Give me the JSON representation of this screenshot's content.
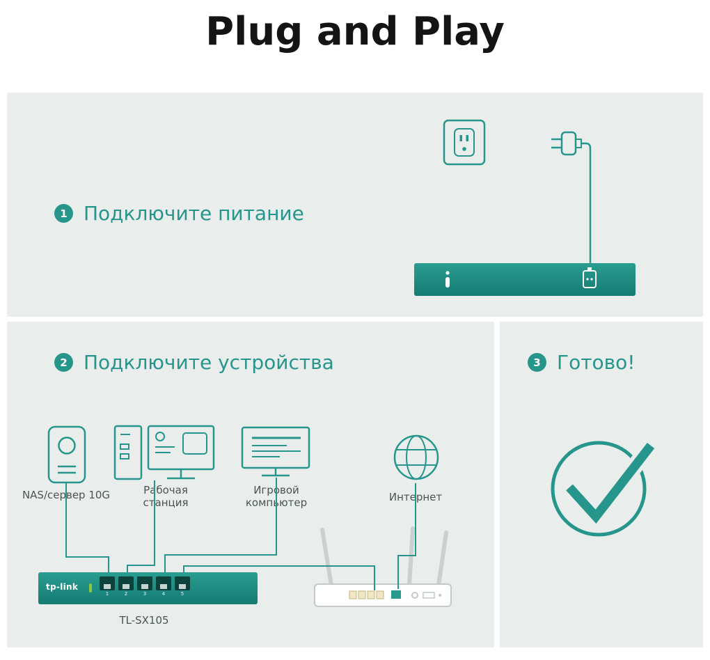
{
  "title": "Plug and Play",
  "colors": {
    "accent": "#26968c",
    "panel_background": "#e9edec",
    "switch_gradient_top": "#2a9c90",
    "switch_gradient_bottom": "#157c73",
    "led_green": "#8ec63e",
    "label_text": "#4a5553",
    "title_text": "#141414"
  },
  "steps": {
    "step1": {
      "number": "1",
      "label": "Подключите питание"
    },
    "step2": {
      "number": "2",
      "label": "Подключите устройства"
    },
    "step3": {
      "number": "3",
      "label": "Готово!"
    }
  },
  "devices": {
    "nas": {
      "label": "NAS/сервер 10G"
    },
    "workstation": {
      "label": "Рабочая станция"
    },
    "gaming": {
      "label": "Игровой компьютер"
    },
    "internet": {
      "label": "Интернет"
    }
  },
  "switch": {
    "brand": "tp-link",
    "model": "TL-SX105",
    "port_numbers": [
      "1",
      "2",
      "3",
      "4",
      "5"
    ]
  },
  "icons": {
    "wall_outlet": "outlet-socket",
    "power_plug": "two-prong-plug",
    "power_inlet": "dc-power-inlet",
    "power_indicator": "power-dot-bar",
    "nas": "server-tower",
    "workstation": "tower-and-monitor",
    "gaming": "monitor-with-list",
    "internet": "globe",
    "router": "wireless-router-3-antennas",
    "done": "check-circle"
  }
}
